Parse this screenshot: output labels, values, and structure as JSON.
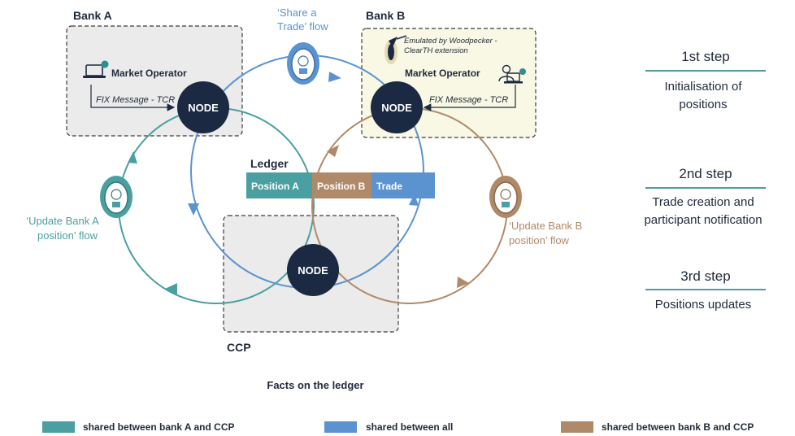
{
  "bank_a": {
    "title": "Bank A",
    "operator_label": "Market Operator",
    "fix_label": "FIX Message - TCR",
    "node_label": "NODE"
  },
  "bank_b": {
    "title": "Bank B",
    "operator_label": "Market Operator",
    "fix_label": "FIX Message - TCR",
    "node_label": "NODE",
    "emulation_note_line1": "Emulated by Woodpecker -",
    "emulation_note_line2": "ClearTH extension"
  },
  "ccp": {
    "title": "CCP",
    "node_label": "NODE"
  },
  "flows": {
    "share_trade_line1": "‘Share a",
    "share_trade_line2": "Trade’  flow",
    "update_a_line1": "‘Update Bank A",
    "update_a_line2": "position’ flow",
    "update_b_line1": "‘Update Bank B",
    "update_b_line2": "position’ flow"
  },
  "ledger": {
    "title": "Ledger",
    "cells": [
      "Position A",
      "Position B",
      "Trade"
    ]
  },
  "facts_title": "Facts on the ledger",
  "steps": [
    {
      "title": "1st step",
      "desc_line1": "Initialisation of",
      "desc_line2": "positions"
    },
    {
      "title": "2nd step",
      "desc_line1": "Trade creation and",
      "desc_line2": "participant notification"
    },
    {
      "title": "3rd step",
      "desc_line1": "Positions updates",
      "desc_line2": ""
    }
  ],
  "legend": [
    {
      "label": "shared between bank A and CCP",
      "color": "#4a9fa0"
    },
    {
      "label": "shared between all",
      "color": "#5b93d1"
    },
    {
      "label": "shared between bank B and CCP",
      "color": "#b08a68"
    }
  ],
  "colors": {
    "teal": "#4a9fa0",
    "blue": "#5b93d1",
    "brown": "#b08a68",
    "node": "#1b2a42",
    "bank_a_bg": "#ebebeb",
    "bank_b_bg": "#f9f8e4"
  }
}
